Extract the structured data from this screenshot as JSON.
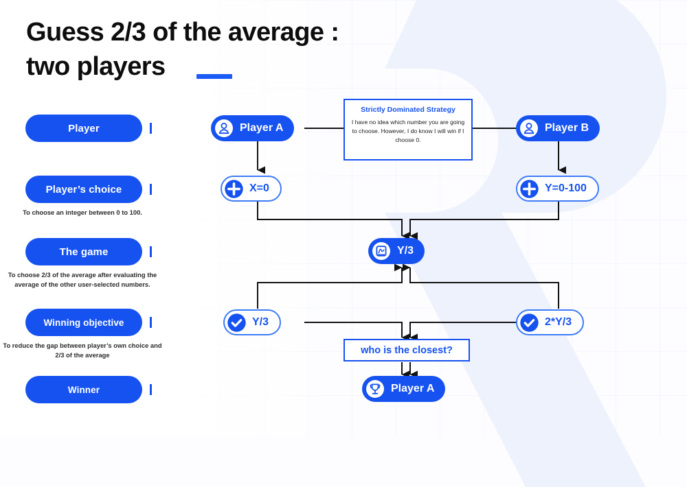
{
  "title": "Guess 2/3 of the average :\ntwo players",
  "colors": {
    "brand_blue": "#1552f0",
    "node_outline": "#3d7bf7",
    "wire": "#121212",
    "background": "#fdfdff"
  },
  "rail": {
    "rows": [
      {
        "label": "Player",
        "caption": ""
      },
      {
        "label": "Player’s choice",
        "caption": "To choose an integer between 0 to 100."
      },
      {
        "label": "The game",
        "caption": "To choose 2/3 of the average after evaluating the average of the other user-selected numbers."
      },
      {
        "label": "Winning objective",
        "caption": "To reduce the gap between player’s own choice and 2/3 of the average"
      },
      {
        "label": "Winner",
        "caption": ""
      }
    ]
  },
  "flow": {
    "player_a": {
      "label": "Player A",
      "icon": "user-icon"
    },
    "player_b": {
      "label": "Player B",
      "icon": "user-icon"
    },
    "choice_a": {
      "label": "X=0",
      "icon": "plus-icon"
    },
    "choice_b": {
      "label": "Y=0-100",
      "icon": "plus-icon"
    },
    "game": {
      "label": "Y/3",
      "icon": "calculator-icon"
    },
    "objective_a": {
      "label": "Y/3",
      "icon": "check-icon"
    },
    "objective_b": {
      "label": "2*Y/3",
      "icon": "check-icon"
    },
    "decision": {
      "label": "who is the closest?"
    },
    "winner": {
      "label": "Player A",
      "icon": "trophy-icon"
    }
  },
  "callout": {
    "title": "Strictly Dominated Strategy",
    "body": "I have no idea which number you are going to choose. However, I do know I will win if I choose 0."
  }
}
